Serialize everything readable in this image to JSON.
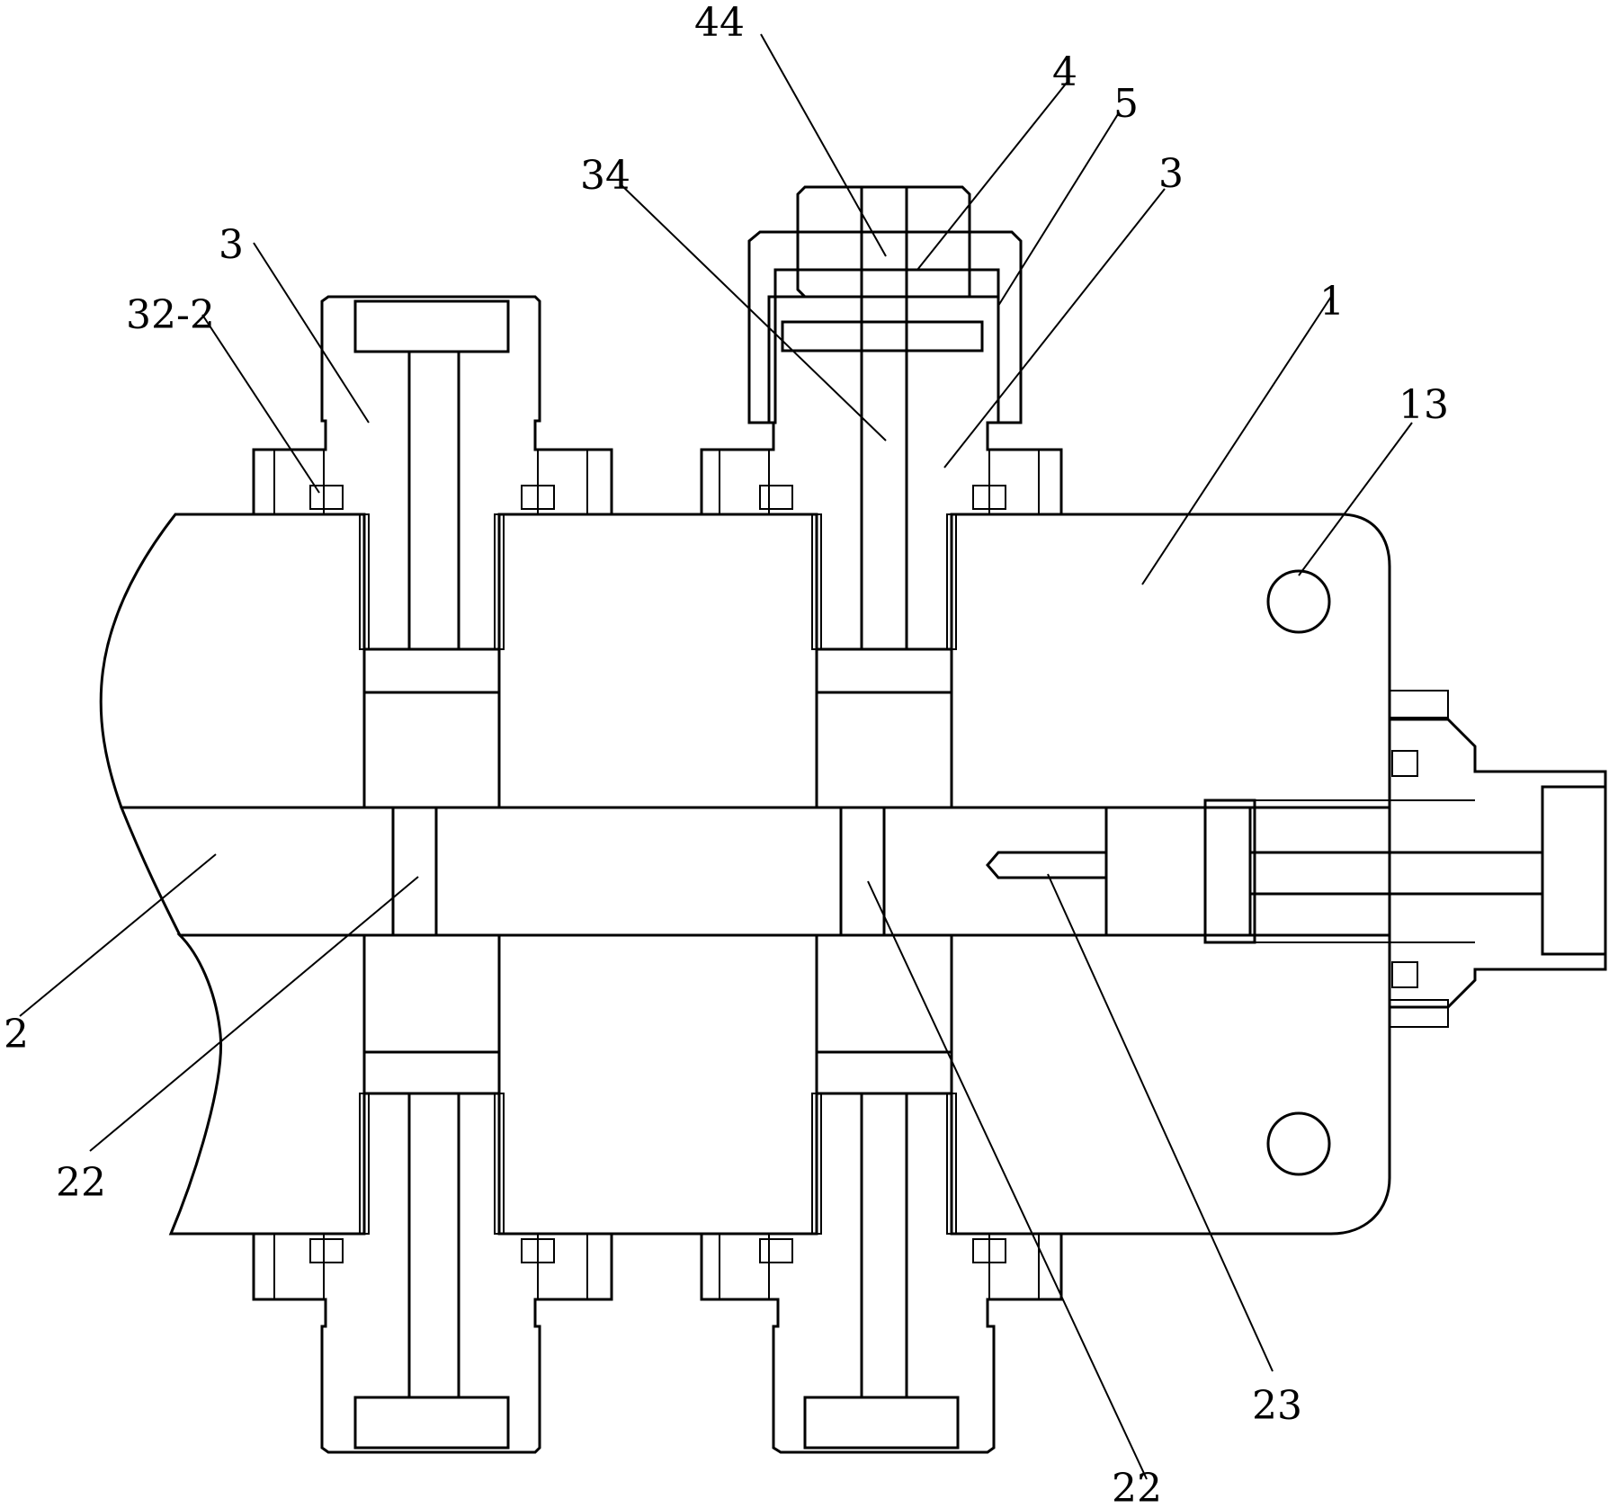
{
  "drawing": {
    "labels": [
      {
        "id": "44",
        "text": "44"
      },
      {
        "id": "4",
        "text": "4"
      },
      {
        "id": "5",
        "text": "5"
      },
      {
        "id": "34",
        "text": "34"
      },
      {
        "id": "3a",
        "text": "3"
      },
      {
        "id": "3b",
        "text": "3"
      },
      {
        "id": "32-2",
        "text": "32-2"
      },
      {
        "id": "1",
        "text": "1"
      },
      {
        "id": "13",
        "text": "13"
      },
      {
        "id": "2",
        "text": "2"
      },
      {
        "id": "22a",
        "text": "22"
      },
      {
        "id": "22b",
        "text": "22"
      },
      {
        "id": "23",
        "text": "23"
      }
    ],
    "hatch_patterns": [
      "cross-hatch",
      "diagonal-hatch",
      "o-ring-mesh"
    ],
    "stroke_color": "#000000",
    "background_color": "#ffffff"
  }
}
